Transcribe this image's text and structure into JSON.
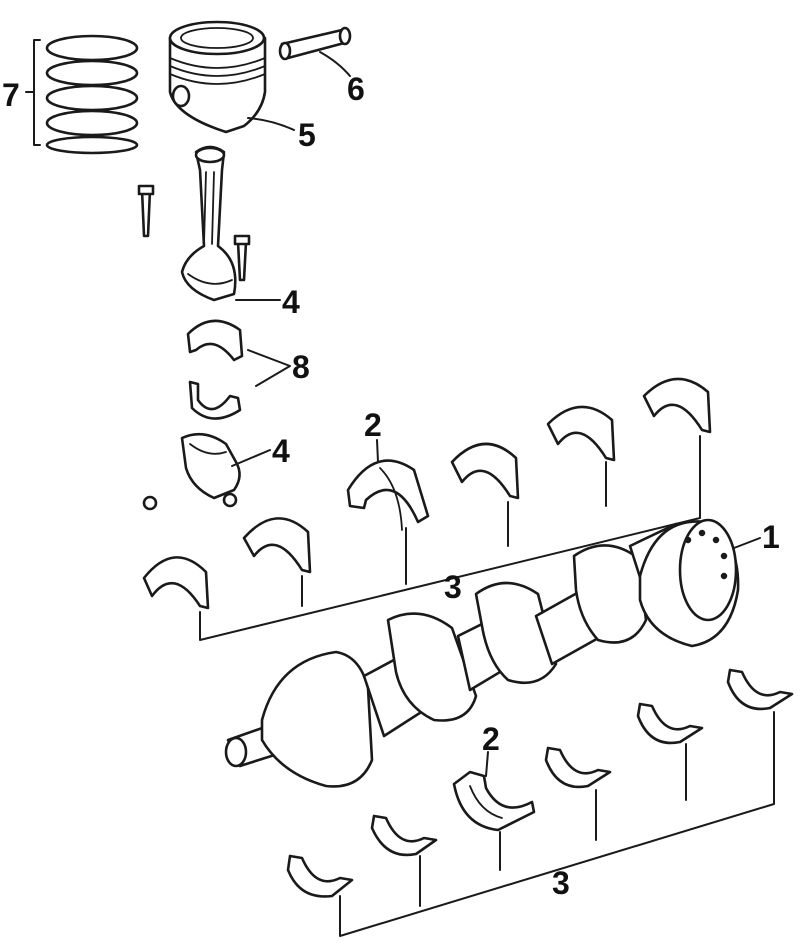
{
  "callouts": {
    "crankshaft": "1",
    "thrust_upper": "2",
    "thrust_lower": "2",
    "main_upper": "3",
    "main_lower": "3",
    "rod": "4",
    "rod_cap": "4",
    "piston": "5",
    "pin": "6",
    "rings": "7",
    "rod_bearings": "8"
  }
}
